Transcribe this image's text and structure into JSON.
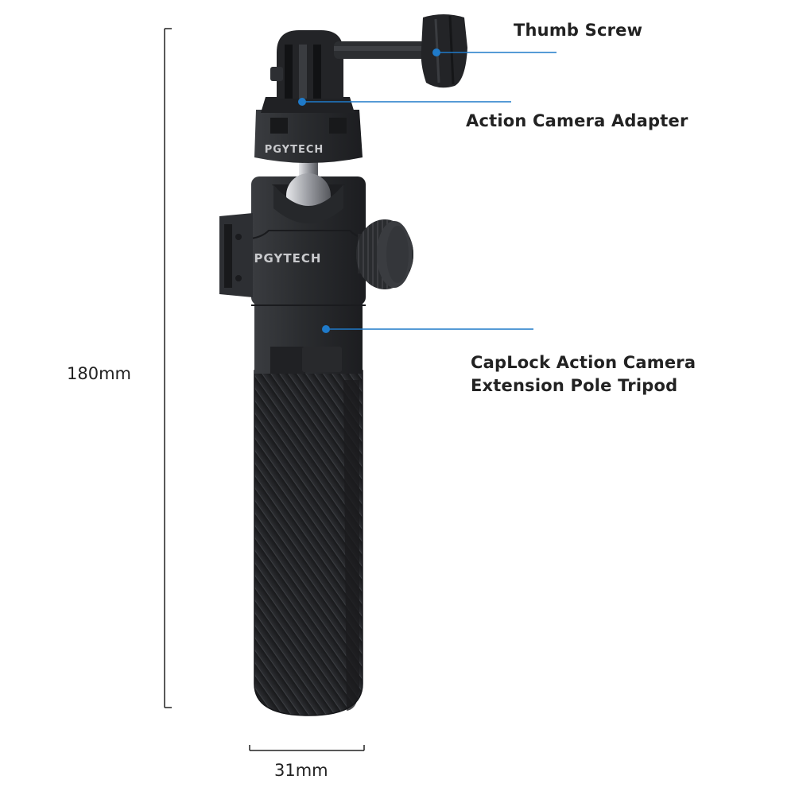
{
  "labels": {
    "thumb_screw": "Thumb Screw",
    "adapter": "Action Camera Adapter",
    "tripod_line1": "CapLock Action Camera",
    "tripod_line2": "Extension Pole Tripod"
  },
  "dimensions": {
    "height": "180mm",
    "width": "31mm"
  },
  "brand": {
    "logo_text": "PGYTECH"
  },
  "colors": {
    "callout": "#1f7ac9",
    "body": "#2b2d30",
    "text": "#222222"
  }
}
